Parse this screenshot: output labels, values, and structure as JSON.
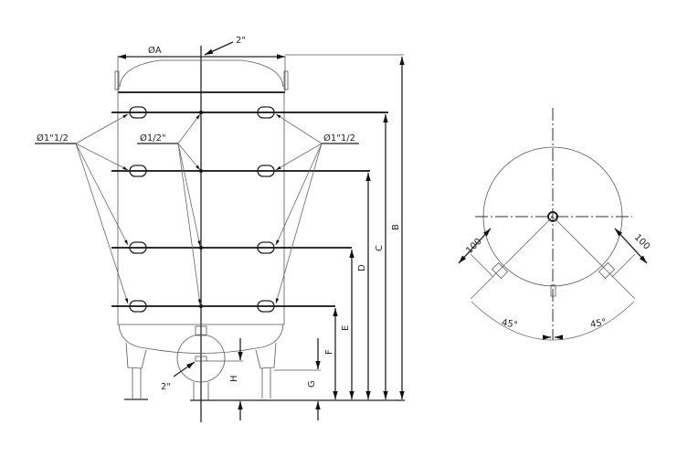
{
  "front_view": {
    "diameter_label": "ØA",
    "top_connection_label": "2\"",
    "bottom_connection_label": "2\"",
    "left_nozzle_label": "Ø1\"1/2",
    "center_nozzle_label": "Ø1/2\"",
    "right_nozzle_label": "Ø1\"1/2",
    "dimensions": [
      "B",
      "C",
      "D",
      "E",
      "F",
      "G",
      "H"
    ]
  },
  "top_view": {
    "offset_left": "100",
    "offset_right": "100",
    "angle_left": "45°",
    "angle_right": "45°"
  }
}
